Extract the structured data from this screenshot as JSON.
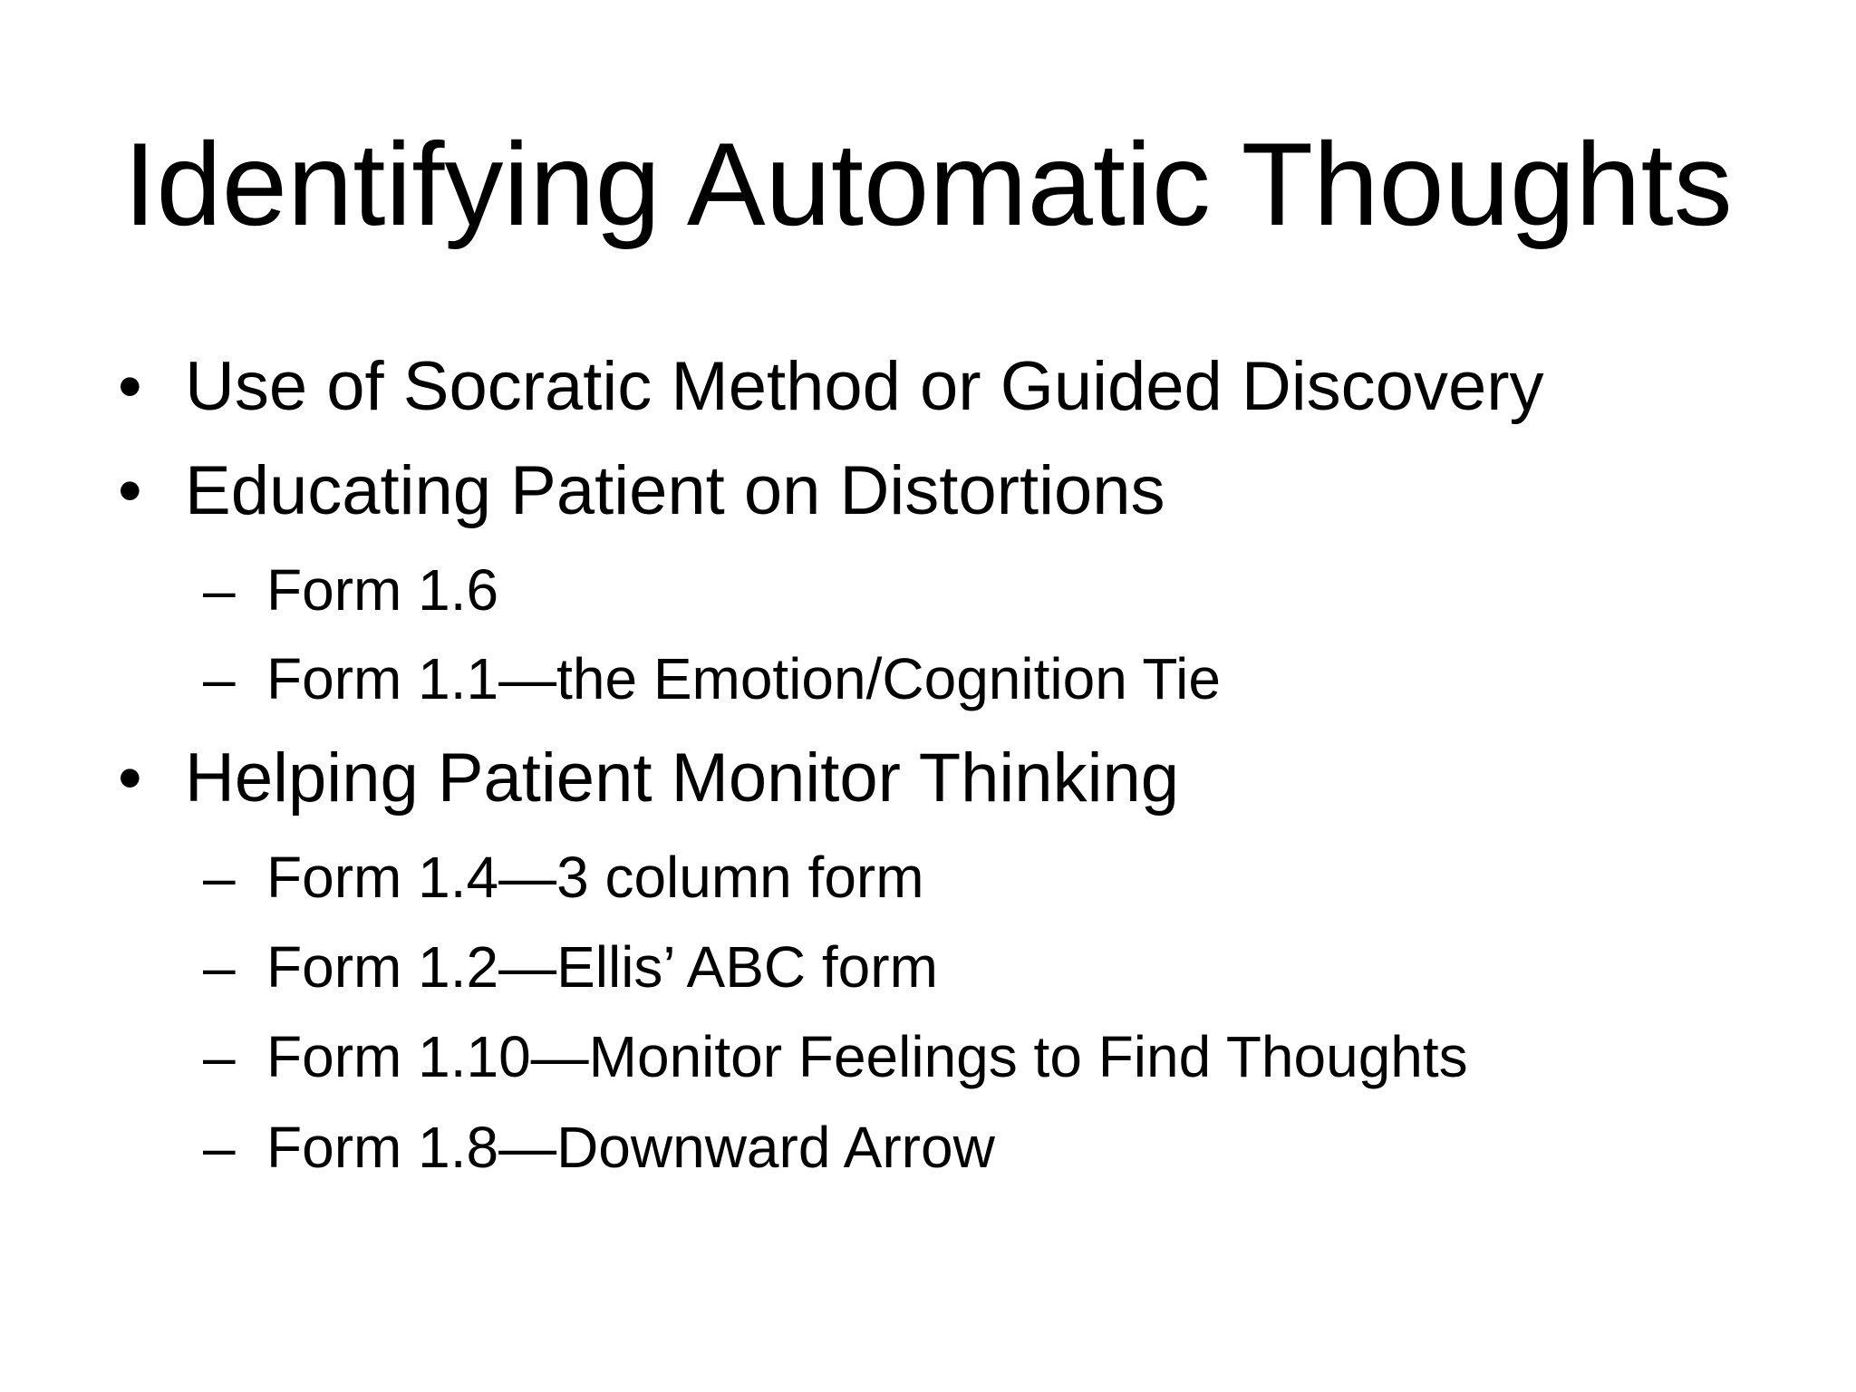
{
  "slide": {
    "title": "Identifying Automatic Thoughts",
    "bullet_char": "•",
    "dash_char": "–",
    "items": [
      {
        "text": "Use of Socratic Method or Guided Discovery",
        "subitems": []
      },
      {
        "text": "Educating Patient on Distortions",
        "subitems": [
          "Form 1.6",
          "Form 1.1—the Emotion/Cognition Tie"
        ]
      },
      {
        "text": "Helping Patient Monitor Thinking",
        "subitems": [
          "Form 1.4—3 column form",
          "Form 1.2—Ellis’ ABC form",
          "Form 1.10—Monitor Feelings to Find Thoughts",
          "Form 1.8—Downward Arrow"
        ]
      }
    ]
  }
}
